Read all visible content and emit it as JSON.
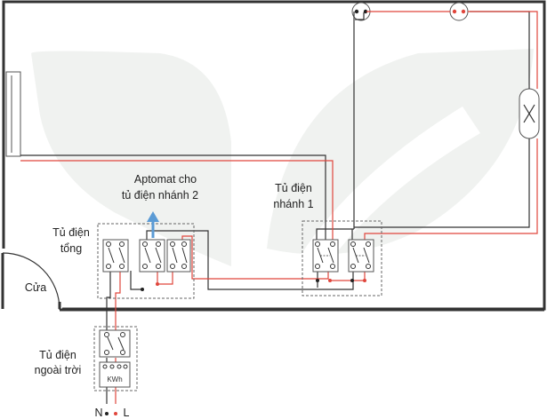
{
  "labels": {
    "aptomat_line1": "Aptomat cho",
    "aptomat_line2": "tủ điện nhánh 2",
    "branch1_line1": "Tủ điện",
    "branch1_line2": "nhánh 1",
    "main_line1": "Tủ điện",
    "main_line2": "tổng",
    "door": "Cửa",
    "outdoor_line1": "Tủ điện",
    "outdoor_line2": "ngoài trời",
    "meter": "KWh",
    "neutral": "N",
    "live": "L"
  },
  "colors": {
    "wall": "#333333",
    "neutral_wire": "#333333",
    "live_wire": "#e0463c",
    "arrow": "#5b9bd5",
    "watermark": "#f0f2f0"
  }
}
